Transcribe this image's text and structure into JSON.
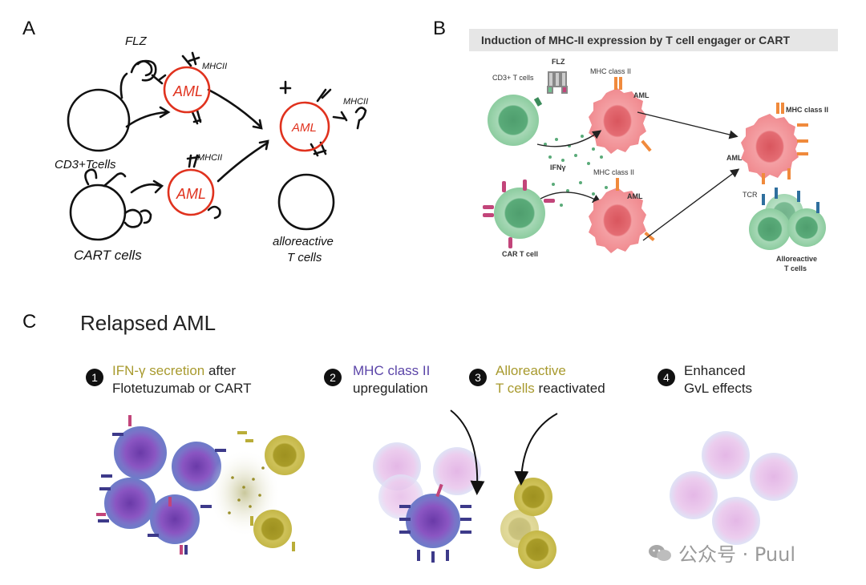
{
  "panels": {
    "a": "A",
    "b": "B",
    "c": "C"
  },
  "panel_a": {
    "flz": "FLZ",
    "aml_top": "AML",
    "mhc_top": "MHCII",
    "cd3": "CD3+Tcells",
    "aml_bottom": "AML",
    "mhc_bottom": "MHCII",
    "cart": "CART cells",
    "aml_right": "AML",
    "mhc_right": "MHCII",
    "allo_line1": "alloreactive",
    "allo_line2": "T cells"
  },
  "panel_b": {
    "title": "Induction of MHC-II expression by T cell engager or CART",
    "cd3_label": "CD3+ T cells",
    "flz": "FLZ",
    "mhc1": "MHC class II",
    "aml1": "AML",
    "ifn": "IFNγ",
    "mhc2": "MHC class II",
    "aml2": "AML",
    "car_label": "CAR T cell",
    "aml3": "AML",
    "mhc3": "MHC class II",
    "tcr": "TCR",
    "allo_line1": "Alloreactive",
    "allo_line2": "T cells"
  },
  "panel_c": {
    "title": "Relapsed AML",
    "steps": [
      {
        "num": "1",
        "hl": "IFN-γ secretion",
        "rest1": " after",
        "line2": "Flotetuzumab or CART"
      },
      {
        "num": "2",
        "hl": "MHC class II",
        "line2": "upregulation"
      },
      {
        "num": "3",
        "hl": "Alloreactive",
        "line2_hl": "T cells",
        "line2_rest": " reactivated"
      },
      {
        "num": "4",
        "line1": "Enhanced",
        "line2": "GvL effects"
      }
    ]
  },
  "watermark": "公众号 · Puul",
  "colors": {
    "red": "#e0321e",
    "aml_pink": "#f08a8f",
    "tcell_green": "#6fbf8e",
    "olive": "#b9ad38",
    "purple": "#7a4fb6",
    "magenta": "#c2457a",
    "navy": "#3d3a8a"
  }
}
